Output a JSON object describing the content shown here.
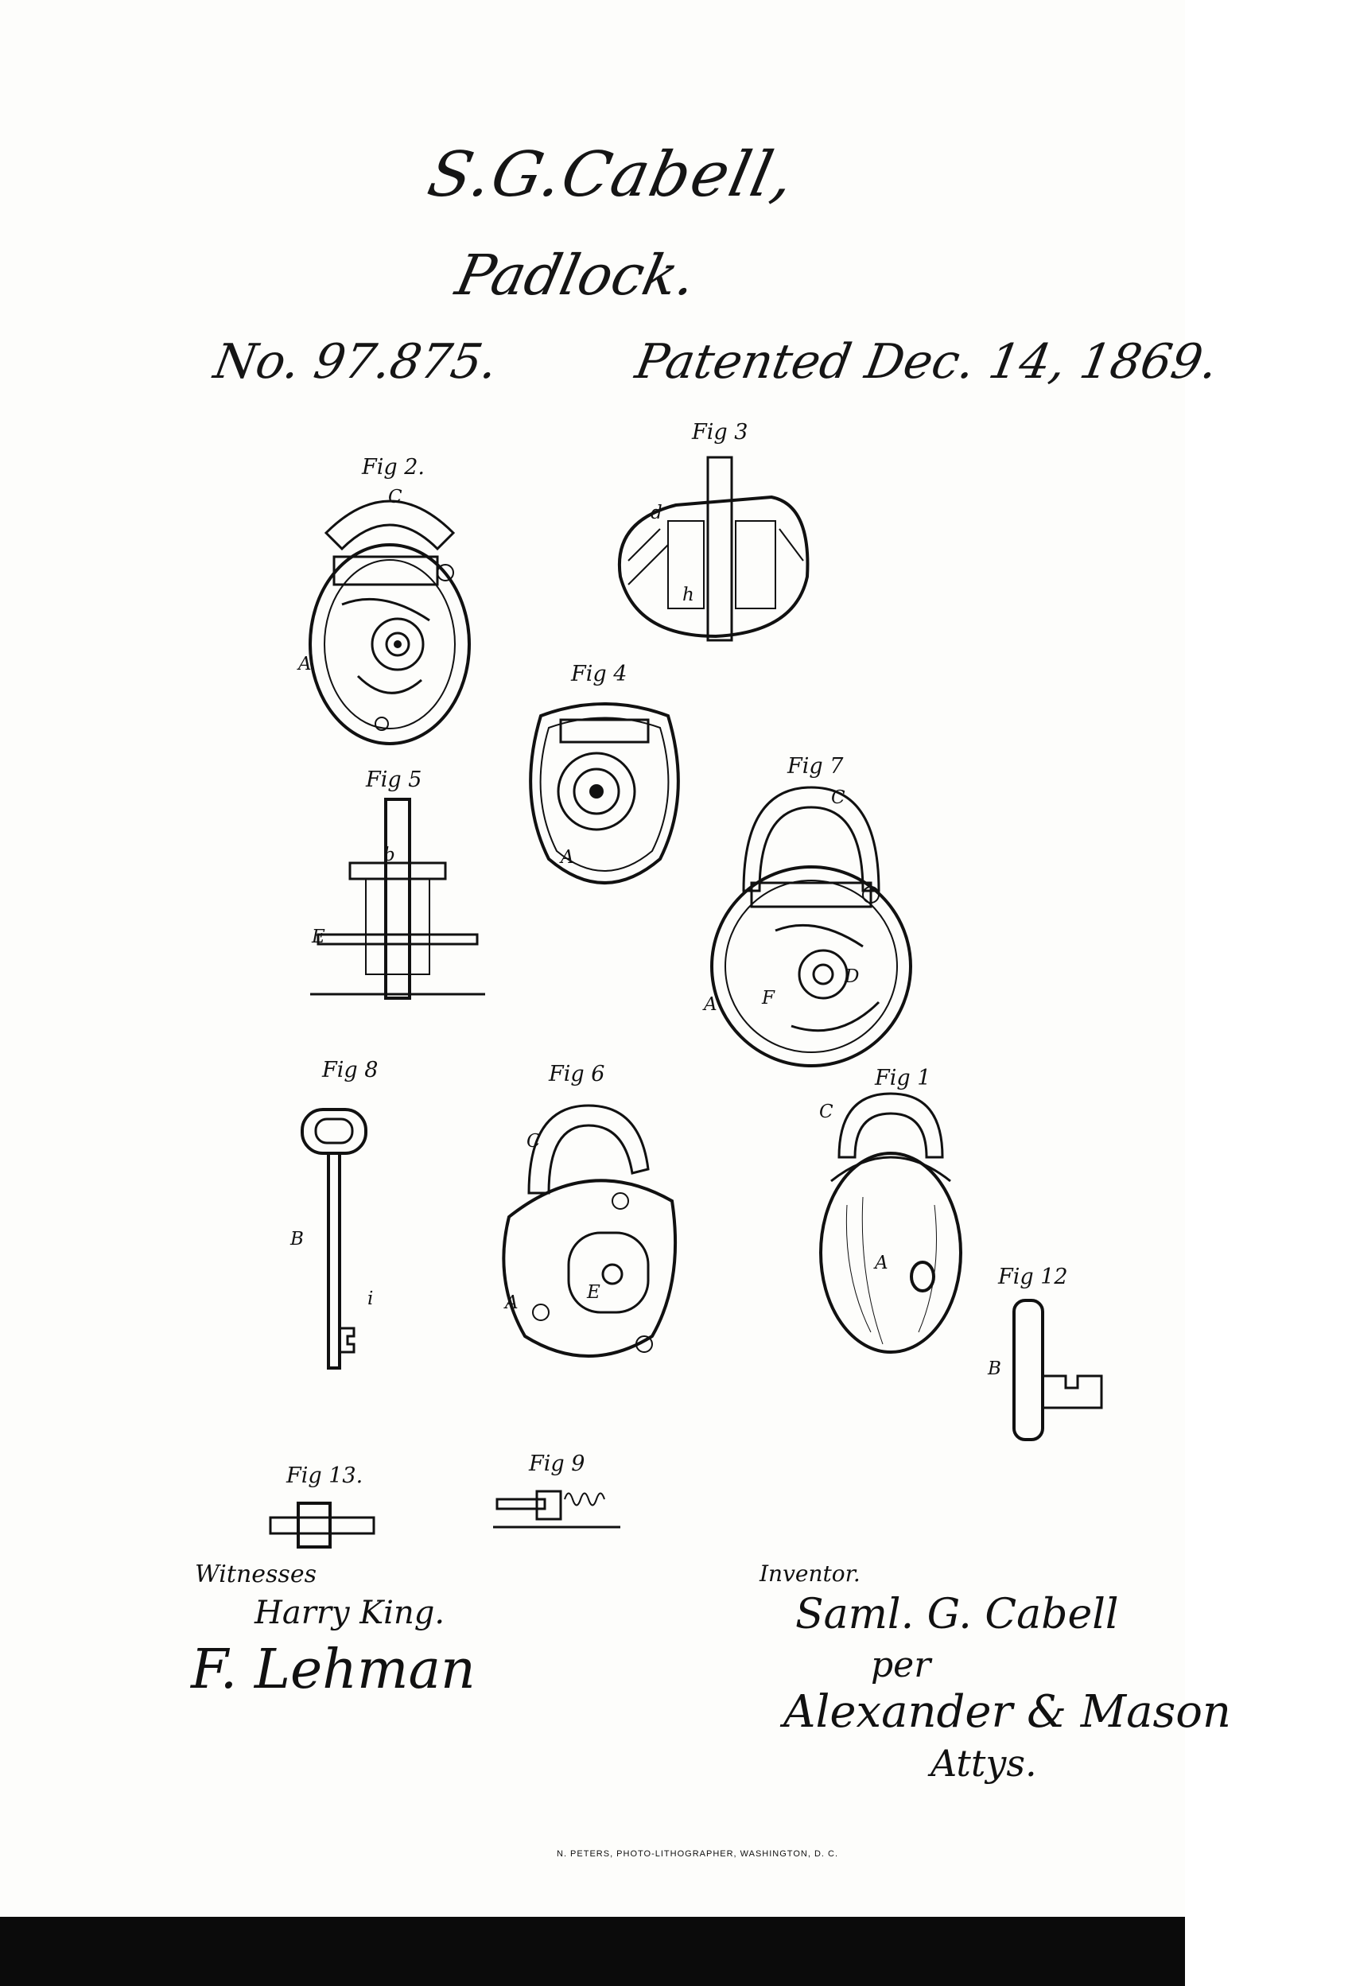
{
  "header": {
    "inventor_name": "S.G.Cabell,",
    "title": "Padlock.",
    "patent_number": "No. 97.875.",
    "patent_date": "Patented Dec. 14, 1869."
  },
  "figures": {
    "fig2": "Fig 2.",
    "fig3": "Fig 3",
    "fig4": "Fig 4",
    "fig5": "Fig 5",
    "fig7": "Fig 7",
    "fig8": "Fig 8",
    "fig6": "Fig 6",
    "fig1": "Fig 1",
    "fig12": "Fig 12",
    "fig13": "Fig 13.",
    "fig9": "Fig 9"
  },
  "part_letters": {
    "A": "A",
    "B": "B",
    "C": "C",
    "D": "D",
    "E": "E",
    "F": "F",
    "b": "b",
    "d": "d",
    "h": "h",
    "i": "i"
  },
  "signatures": {
    "witnesses_heading": "Witnesses",
    "witness_1": "Harry King.",
    "witness_2": "F. Lehman",
    "inventor_heading": "Inventor.",
    "inventor_signature": "Saml. G. Cabell",
    "per": "per",
    "attorneys": "Alexander & Mason",
    "attys_abbrev": "Attys."
  },
  "footer": {
    "lithographer_credit": "N. PETERS, PHOTO-LITHOGRAPHER, WASHINGTON, D. C."
  }
}
